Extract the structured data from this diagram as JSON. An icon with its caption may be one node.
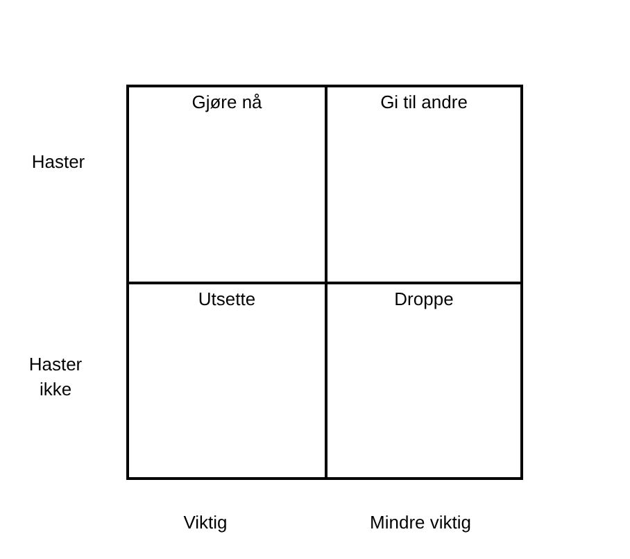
{
  "diagram": {
    "nodes": [
      {
        "text": [
          "Gjøre nå"
        ]
      },
      {
        "text": [
          "Gi til andre"
        ]
      },
      {
        "text": [
          "Utsette"
        ]
      },
      {
        "text": [
          "Droppe"
        ]
      }
    ],
    "labels": [
      "Haster",
      "Haster ikke",
      "Viktig",
      "Mindre viktig"
    ]
  }
}
